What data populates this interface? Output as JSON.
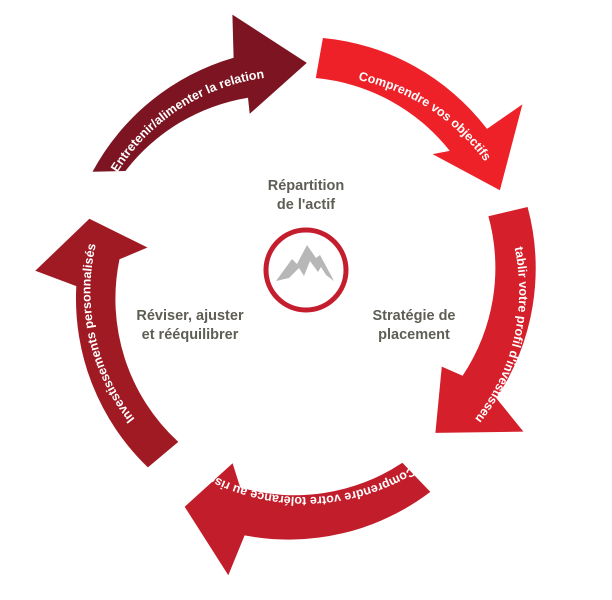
{
  "cycle": {
    "colors": {
      "arrow_1": "#7c1421",
      "arrow_2": "#ee2128",
      "arrow_3": "#d51f2a",
      "arrow_4": "#c21d2a",
      "arrow_5": "#a01a24",
      "text": "#5f5e55",
      "circle_ring": "#c41e2e",
      "mountain": "#b7b7b7"
    },
    "arrows": [
      {
        "label": "Entretenir/alimenter la relation"
      },
      {
        "label": "Comprendre vos objectifs"
      },
      {
        "label": "Établir votre profil d'investisseur"
      },
      {
        "label": "Comprendre votre tolérance au risque"
      },
      {
        "label": "Investissements personnalisés"
      }
    ]
  },
  "center": {
    "top_line1": "Répartition",
    "top_line2": "de l'actif",
    "left_line1": "Réviser, ajuster",
    "left_line2": "et rééquilibrer",
    "right_line1": "Stratégie de",
    "right_line2": "placement",
    "icon": "mountain-icon"
  }
}
